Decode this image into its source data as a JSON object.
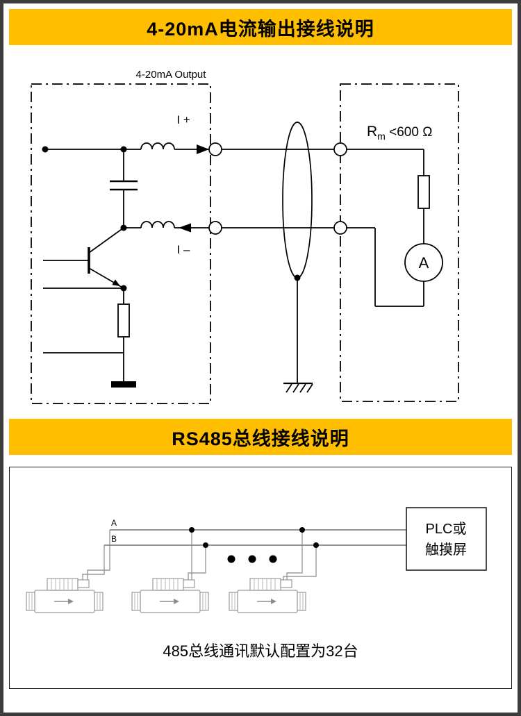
{
  "page": {
    "border_color": "#3d3d3d",
    "header_bg": "#ffbf00"
  },
  "sections": [
    {
      "title": "4-20mA电流输出接线说明",
      "diagram": {
        "output_label": "4-20mA Output",
        "i_plus": "I +",
        "i_minus": "I –",
        "rm_r": "R",
        "rm_sub": "m",
        "rm_value": " <600 Ω",
        "ammeter": "A"
      }
    },
    {
      "title": "RS485总线接线说明",
      "diagram": {
        "line_a": "A",
        "line_b": "B",
        "plc_line1": "PLC或",
        "plc_line2": "触摸屏",
        "caption": "485总线通讯默认配置为32台"
      }
    }
  ]
}
